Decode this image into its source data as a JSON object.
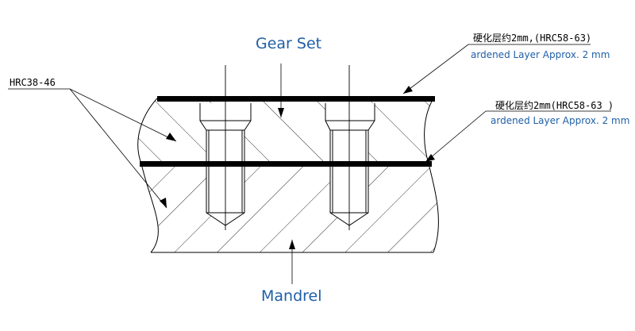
{
  "labels": {
    "gear_set": "Gear Set",
    "mandrel": "Mandrel",
    "core_hardness": "HRC38-46",
    "layer_top_cn": "硬化层约2mm,(HRC58-63)",
    "layer_top_en": "ardened Layer Approx. 2 mm",
    "layer_mid_cn": "硬化层约2mm(HRC58-63 )",
    "layer_mid_en": "ardened Layer Approx. 2 mm"
  },
  "colors": {
    "label_blue": "#1f5fa6",
    "line": "#000000",
    "background": "#ffffff"
  }
}
